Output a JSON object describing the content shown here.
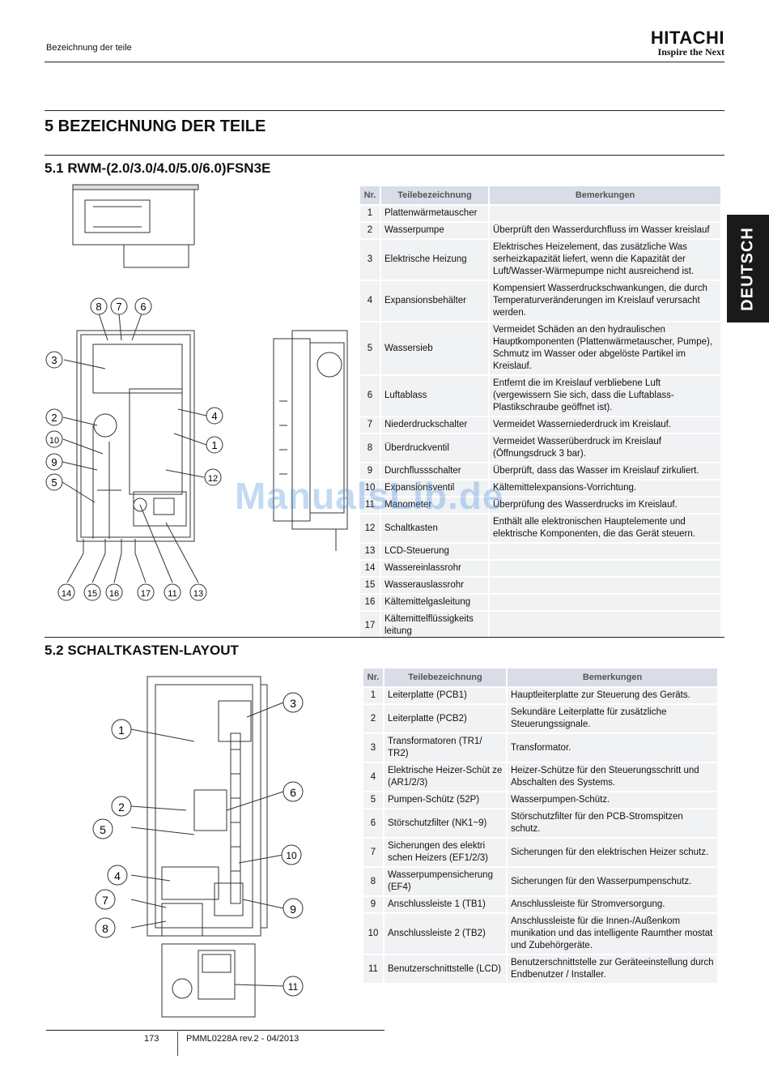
{
  "header": {
    "section": "Bezeichnung der teile",
    "brand": "HITACHI",
    "tagline": "Inspire the Next"
  },
  "title": "5  BEZEICHNUNG DER TEILE",
  "section1": {
    "heading": "5.1   RWM-(2.0/3.0/4.0/5.0/6.0)FSN3E",
    "columns": [
      "Nr.",
      "Teilebezeichnung",
      "Bemerkungen"
    ],
    "rows": [
      {
        "nr": "1",
        "name": "Plattenwärmetauscher",
        "remark": ""
      },
      {
        "nr": "2",
        "name": "Wasserpumpe",
        "remark": "Überprüft den Wasserdurchfluss im Wasser kreislauf"
      },
      {
        "nr": "3",
        "name": "Elektrische Heizung",
        "remark": "Elektrisches Heizelement, das zusätzliche Was serheizkapazität liefert, wenn die Kapazität der Luft/Wasser-Wärmepumpe nicht ausreichend ist."
      },
      {
        "nr": "4",
        "name": "Expansionsbehälter",
        "remark": "Kompensiert Wasserdruckschwankungen, die durch Temperaturveränderungen im Kreislauf verursacht werden."
      },
      {
        "nr": "5",
        "name": "Wassersieb",
        "remark": "Vermeidet Schäden an den hydraulischen Hauptkomponenten (Plattenwärmetauscher, Pumpe), Schmutz im Wasser oder abgelöste Partikel im Kreislauf."
      },
      {
        "nr": "6",
        "name": "Luftablass",
        "remark": "Entfernt die im Kreislauf verbliebene Luft (vergewissern Sie sich, dass die Luftablass-Plastikschraube geöffnet ist)."
      },
      {
        "nr": "7",
        "name": "Niederdruckschalter",
        "remark": "Vermeidet Wasserniederdruck im Kreislauf."
      },
      {
        "nr": "8",
        "name": "Überdruckventil",
        "remark": "Vermeidet Wasserüberdruck im Kreislauf (Öffnungsdruck 3 bar)."
      },
      {
        "nr": "9",
        "name": "Durchflussschalter",
        "remark": "Überprüft, dass das Wasser im Kreislauf zirkuliert."
      },
      {
        "nr": "10",
        "name": "Expansionsventil",
        "remark": "Kältemittelexpansions-Vorrichtung."
      },
      {
        "nr": "11",
        "name": "Manometer",
        "remark": "Überprüfung des Wasserdrucks im Kreislauf."
      },
      {
        "nr": "12",
        "name": "Schaltkasten",
        "remark": "Enthält alle elektronischen Hauptelemente und elektrische Komponenten, die das Gerät steuern."
      },
      {
        "nr": "13",
        "name": "LCD-Steuerung",
        "remark": ""
      },
      {
        "nr": "14",
        "name": "Wassereinlassrohr",
        "remark": ""
      },
      {
        "nr": "15",
        "name": "Wasserauslassrohr",
        "remark": ""
      },
      {
        "nr": "16",
        "name": "Kältemittelgasleitung",
        "remark": ""
      },
      {
        "nr": "17",
        "name": "Kältemittelflüssigkeits leitung",
        "remark": ""
      }
    ]
  },
  "section2": {
    "heading": "5.2   SCHALTKASTEN-LAYOUT",
    "columns": [
      "Nr.",
      "Teilebezeichnung",
      "Bemerkungen"
    ],
    "rows": [
      {
        "nr": "1",
        "name": "Leiterplatte (PCB1)",
        "remark": "Hauptleiterplatte zur Steuerung des Geräts."
      },
      {
        "nr": "2",
        "name": "Leiterplatte (PCB2)",
        "remark": "Sekundäre Leiterplatte für zusätzliche Steuerungssignale."
      },
      {
        "nr": "3",
        "name": "Transformatoren (TR1/ TR2)",
        "remark": "Transformator."
      },
      {
        "nr": "4",
        "name": "Elektrische Heizer-Schüt ze (AR1/2/3)",
        "remark": "Heizer-Schütze für den Steuerungsschritt und Abschalten des Systems."
      },
      {
        "nr": "5",
        "name": "Pumpen-Schütz (52P)",
        "remark": "Wasserpumpen-Schütz."
      },
      {
        "nr": "6",
        "name": "Störschutzfilter (NK1~9)",
        "remark": "Störschutzfilter für den PCB-Stromspitzen schutz."
      },
      {
        "nr": "7",
        "name": "Sicherungen des elektri schen Heizers (EF1/2/3)",
        "remark": "Sicherungen für den elektrischen Heizer schutz."
      },
      {
        "nr": "8",
        "name": "Wasserpumpensicherung (EF4)",
        "remark": "Sicherungen für den Wasserpumpenschutz."
      },
      {
        "nr": "9",
        "name": "Anschlussleiste 1 (TB1)",
        "remark": "Anschlussleiste für Stromversorgung."
      },
      {
        "nr": "10",
        "name": "Anschlussleiste 2 (TB2)",
        "remark": "Anschlussleiste für die Innen-/Außenkom munikation und das intelligente Raumther mostat und Zubehörgeräte."
      },
      {
        "nr": "11",
        "name": "Benutzerschnittstelle (LCD)",
        "remark": "Benutzerschnittstelle zur Geräteeinstellung durch Endbenutzer / Installer."
      }
    ]
  },
  "diagram1_callouts": [
    "8",
    "7",
    "6",
    "3",
    "2",
    "10",
    "9",
    "5",
    "4",
    "1",
    "12",
    "14",
    "15",
    "16",
    "17",
    "11",
    "13"
  ],
  "diagram2_callouts": [
    "1",
    "2",
    "5",
    "4",
    "7",
    "8",
    "3",
    "6",
    "10",
    "9",
    "11"
  ],
  "side_tab": "DEUTSCH",
  "watermark": "ManualsLib.de",
  "footer": {
    "page": "173",
    "doc": "PMML0228A rev.2 - 04/2013"
  }
}
